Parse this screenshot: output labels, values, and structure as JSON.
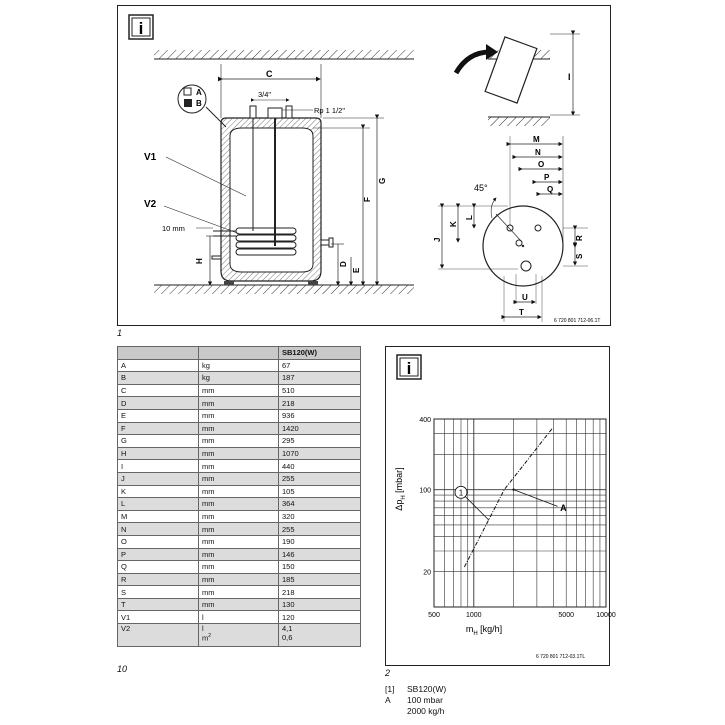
{
  "figure1": {
    "labels": {
      "A": "A",
      "B": "B",
      "C": "C",
      "D": "D",
      "E": "E",
      "F": "F",
      "G": "G",
      "H": "H",
      "I": "I",
      "J": "J",
      "K": "K",
      "L": "L",
      "M": "M",
      "N": "N",
      "O": "O",
      "P": "P",
      "Q": "Q",
      "R": "R",
      "S": "S",
      "T": "T",
      "U": "U",
      "V1": "V1",
      "V2": "V2",
      "thread_small": "3/4\"",
      "thread_large": "Rp 1 1/2\"",
      "gap": "10 mm",
      "angle": "45°"
    },
    "code": "6 720 801 712-06.1T",
    "caption": "1"
  },
  "table": {
    "header": [
      "",
      "",
      "SB120(W)"
    ],
    "rows": [
      [
        "A",
        "kg",
        "67"
      ],
      [
        "B",
        "kg",
        "187"
      ],
      [
        "C",
        "mm",
        "510"
      ],
      [
        "D",
        "mm",
        "218"
      ],
      [
        "E",
        "mm",
        "936"
      ],
      [
        "F",
        "mm",
        "1420"
      ],
      [
        "G",
        "mm",
        "295"
      ],
      [
        "H",
        "mm",
        "1070"
      ],
      [
        "I",
        "mm",
        "440"
      ],
      [
        "J",
        "mm",
        "255"
      ],
      [
        "K",
        "mm",
        "105"
      ],
      [
        "L",
        "mm",
        "364"
      ],
      [
        "M",
        "mm",
        "320"
      ],
      [
        "N",
        "mm",
        "255"
      ],
      [
        "O",
        "mm",
        "190"
      ],
      [
        "P",
        "mm",
        "146"
      ],
      [
        "Q",
        "mm",
        "150"
      ],
      [
        "R",
        "mm",
        "185"
      ],
      [
        "S",
        "mm",
        "218"
      ],
      [
        "T",
        "mm",
        "130"
      ],
      [
        "V1",
        "l",
        "120"
      ]
    ],
    "last_row": {
      "key": "V2",
      "unit1": "l",
      "unit2": "m",
      "unit2_sup": "2",
      "val1": "4,1",
      "val2": "0,6"
    },
    "caption": "10"
  },
  "figure2": {
    "code": "6 720 801 712-03.1TL",
    "caption": "2",
    "marker_1": "1",
    "marker_A": "A"
  },
  "chart_data": {
    "type": "line",
    "x_scale": "log",
    "y_scale": "log",
    "xlabel": "m",
    "xlabel_sub": "H",
    "xlabel_unit": " [kg/h]",
    "ylabel": "Δp",
    "ylabel_sub": "H",
    "ylabel_unit": " [mbar]",
    "xlim": [
      500,
      10000
    ],
    "ylim": [
      10,
      400
    ],
    "x_ticks": [
      "500",
      "1000",
      "5000",
      "10000"
    ],
    "y_ticks": [
      "20",
      "100",
      "400"
    ],
    "grid": true,
    "series": [
      {
        "x": [
          850,
          1700,
          3900
        ],
        "y": [
          22,
          100,
          330
        ]
      }
    ],
    "reference_point": {
      "x": 2000,
      "y": 100
    }
  },
  "legend": [
    {
      "key": "[1]",
      "text": "SB120(W)"
    },
    {
      "key": "A",
      "text": "100 mbar"
    },
    {
      "key": "",
      "text": "2000 kg/h"
    }
  ],
  "info_icon": "i"
}
